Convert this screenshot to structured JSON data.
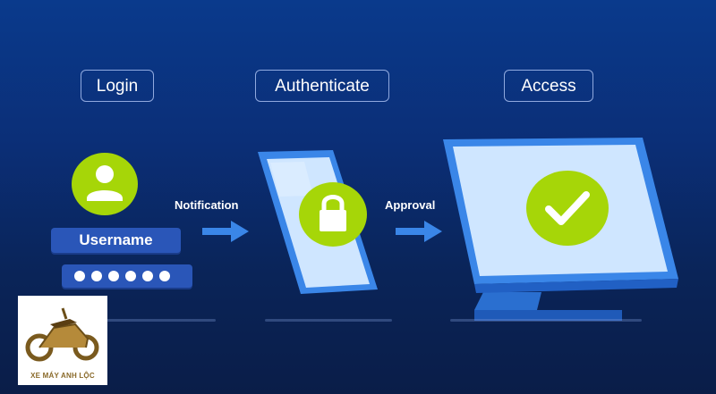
{
  "steps": {
    "login": "Login",
    "authenticate": "Authenticate",
    "access": "Access"
  },
  "flow": {
    "notification": "Notification",
    "approval": "Approval"
  },
  "login_form": {
    "username_label": "Username",
    "password_dots": 6
  },
  "watermark": {
    "text": "XE MÁY ANH LỘC"
  },
  "icons": {
    "user": "user-avatar-icon",
    "lock": "lock-icon",
    "check": "checkmark-icon"
  },
  "colors": {
    "accent_green": "#a6d608",
    "panel_blue": "#3a86e8",
    "screen_light": "#cfe6ff"
  }
}
